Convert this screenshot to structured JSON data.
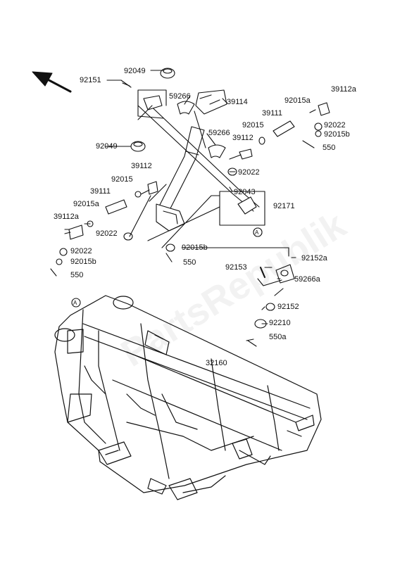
{
  "diagram": {
    "watermark": "PartsRepublik",
    "callout_marker": "A",
    "labels": {
      "p92151": "92151",
      "p92049_top": "92049",
      "p92049_mid": "92049",
      "p59266_a": "59266",
      "p39114": "39114",
      "p59266_b": "59266",
      "p92015a_r": "92015a",
      "p39112a_r": "39112a",
      "p39111_r": "39111",
      "p92015_r": "92015",
      "p39112_r": "39112",
      "p92022_r1": "92022",
      "p92015b_r": "92015b",
      "p550_r": "550",
      "p92022_r2": "92022",
      "p92043": "92043",
      "p92171": "92171",
      "p39112_l": "39112",
      "p92015_l": "92015",
      "p39111_l": "39111",
      "p92015a_l": "92015a",
      "p39112a_l": "39112a",
      "p92022_l1": "92022",
      "p92022_l2": "92022",
      "p92015b_l": "92015b",
      "p550_l": "550",
      "p92015b_c": "92015b",
      "p550_c": "550",
      "p92152a": "92152a",
      "p92153": "92153",
      "p59266a": "59266a",
      "p92152": "92152",
      "p92210": "92210",
      "p550a": "550a",
      "p32160": "32160"
    }
  },
  "colors": {
    "ink": "#111111",
    "frame_fill": "#ffffff"
  }
}
